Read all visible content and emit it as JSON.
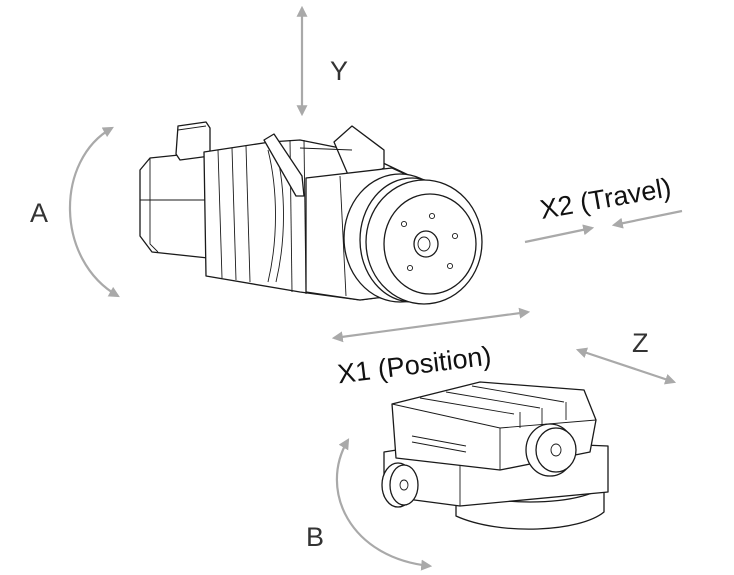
{
  "axes": {
    "y": "Y",
    "a": "A",
    "x2": "X2 (Travel)",
    "x1": "X1 (Position)",
    "z": "Z",
    "b": "B"
  },
  "colors": {
    "arrow": "#a9a9a9",
    "line": "#1a1a1a",
    "text": "#333333",
    "background": "#ffffff"
  }
}
